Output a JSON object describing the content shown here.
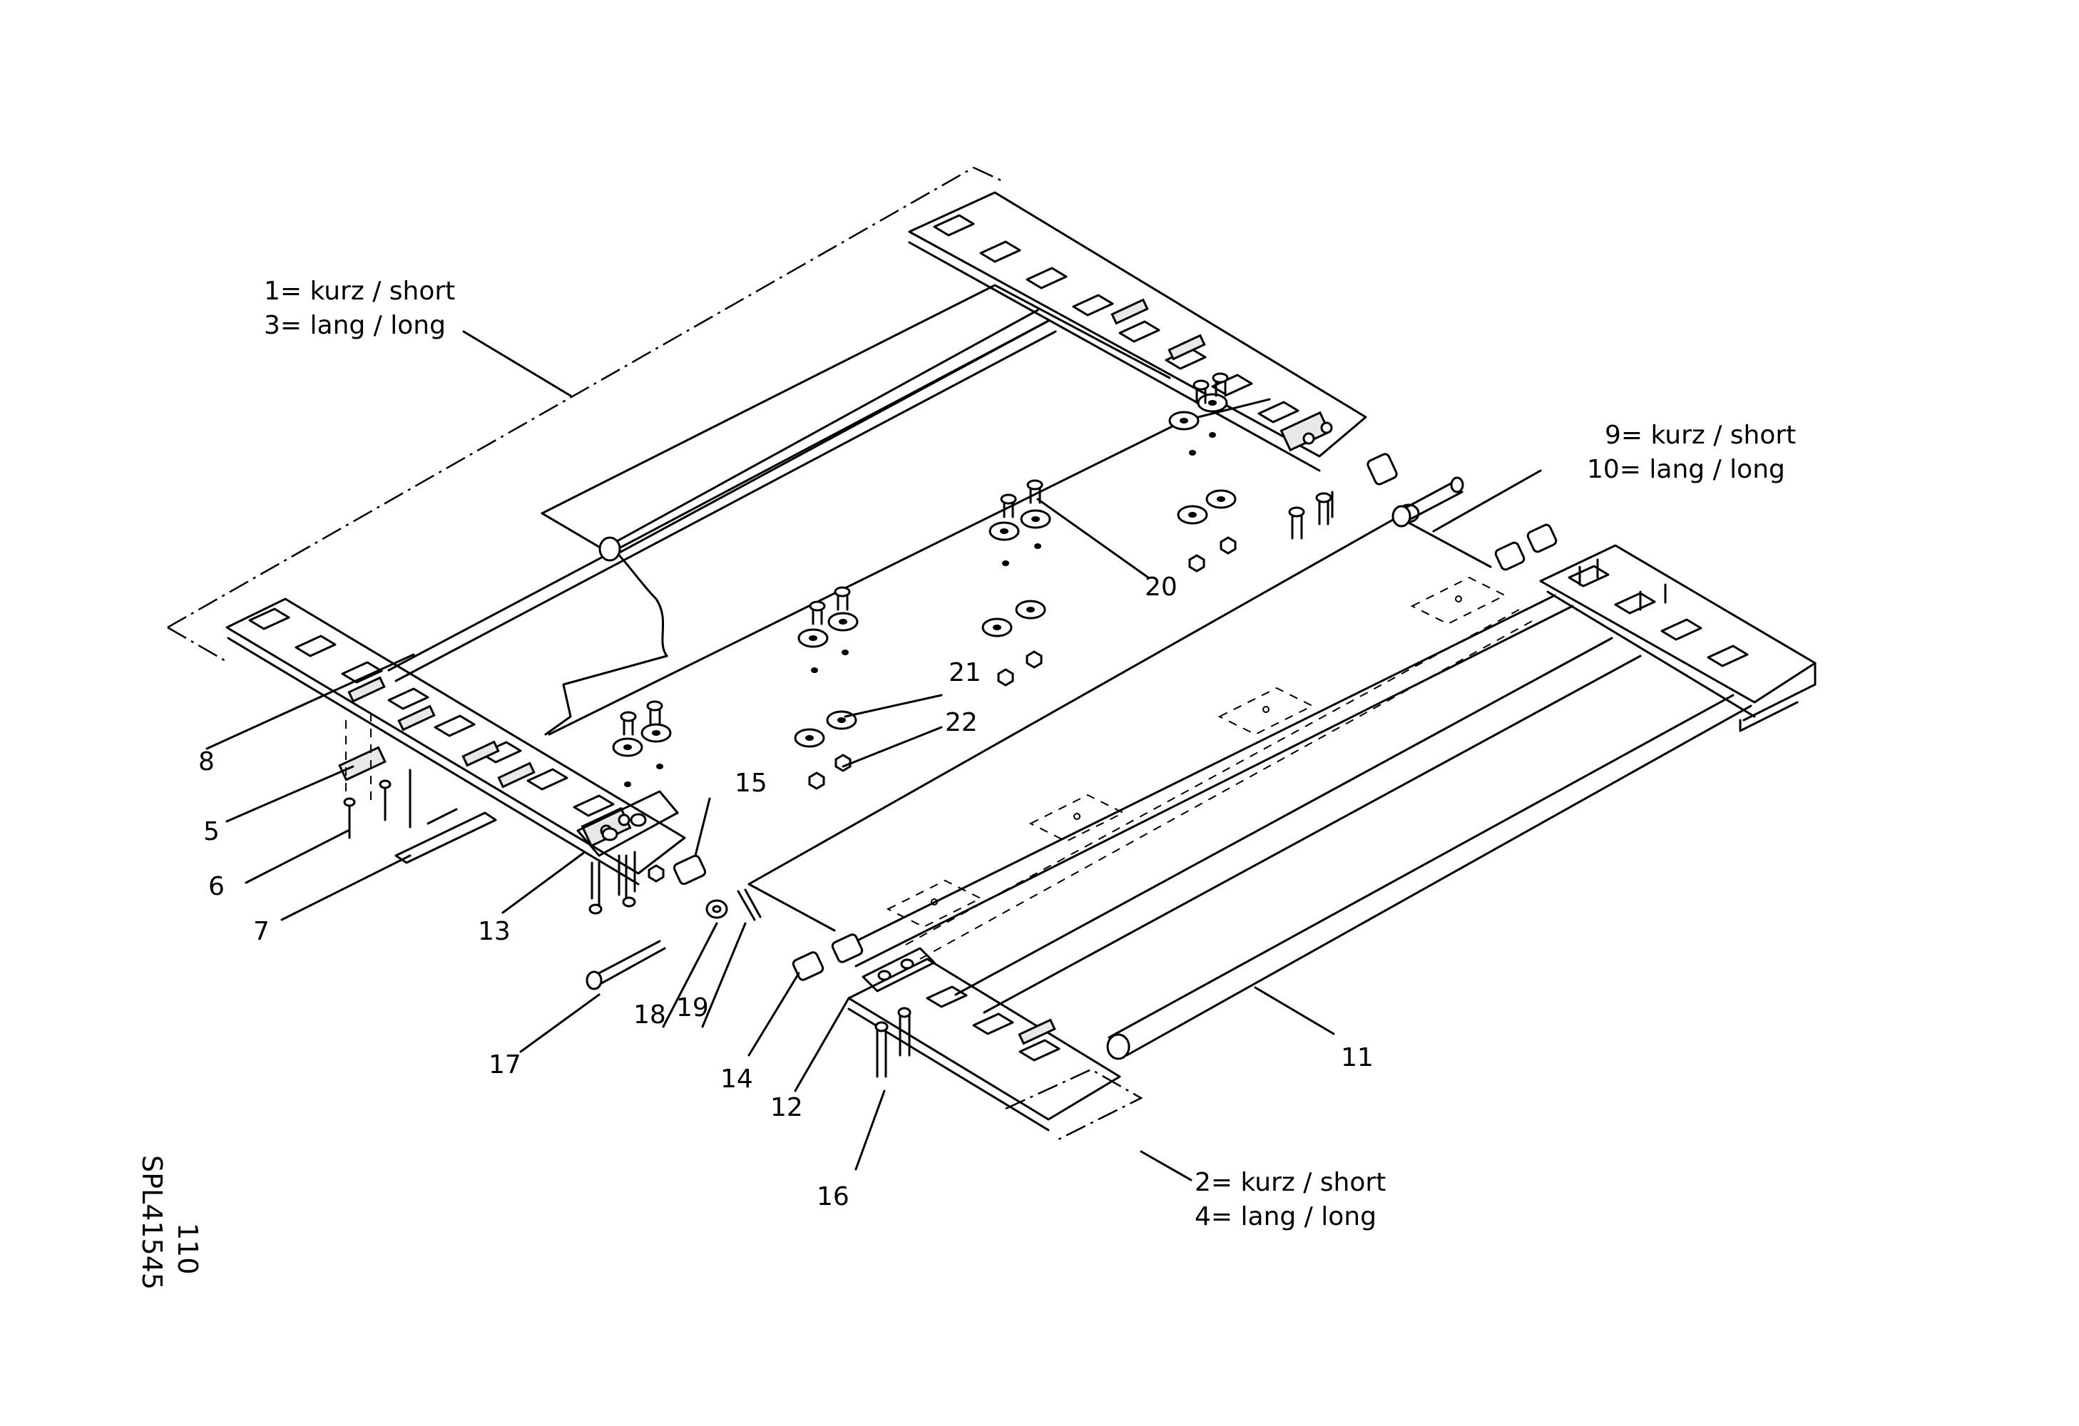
{
  "callouts": {
    "c1": "1= kurz / short",
    "c3": "3= lang / long",
    "c9": "9= kurz / short",
    "c10": "10= lang / long",
    "c2": "2= kurz / short",
    "c4": "4= lang / long"
  },
  "parts": {
    "p5": "5",
    "p6": "6",
    "p7": "7",
    "p8": "8",
    "p11": "11",
    "p12": "12",
    "p13": "13",
    "p14": "14",
    "p15": "15",
    "p16": "16",
    "p17": "17",
    "p18": "18",
    "p19": "19",
    "p20": "20",
    "p21": "21",
    "p22": "22"
  },
  "drawing": {
    "number": "SPL41545",
    "sheet": "110"
  }
}
